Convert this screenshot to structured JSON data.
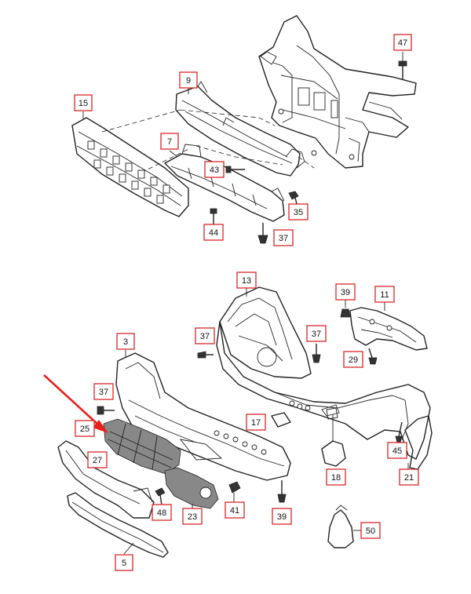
{
  "diagram": {
    "highlight_color": "#e8201c",
    "callout_border_color": "#d9262b",
    "callouts": [
      "47",
      "9",
      "15",
      "7",
      "43",
      "35",
      "44",
      "37",
      "13",
      "39",
      "11",
      "3",
      "37",
      "37",
      "29",
      "37",
      "17",
      "25",
      "45",
      "27",
      "18",
      "21",
      "48",
      "23",
      "41",
      "39",
      "50",
      "5"
    ],
    "plain_label": "25"
  }
}
